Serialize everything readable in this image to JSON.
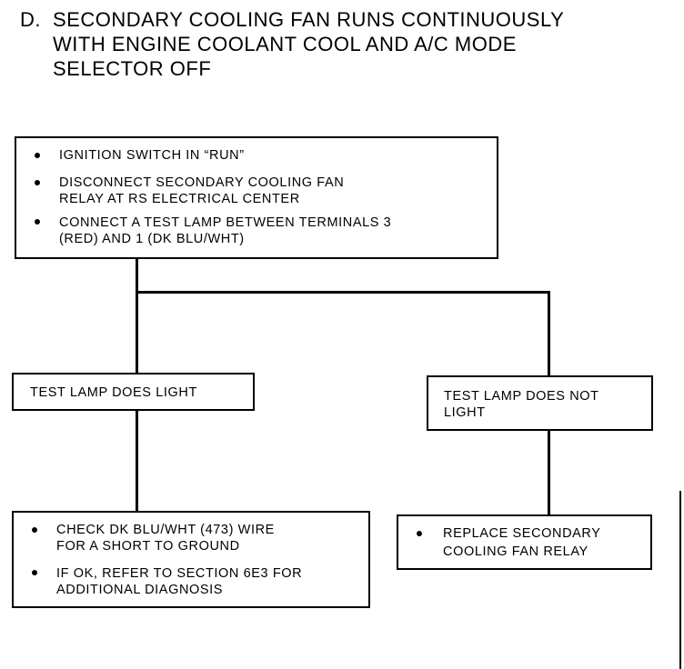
{
  "title": {
    "letter": "D.",
    "lines": [
      "SECONDARY COOLING FAN RUNS CONTINUOUSLY",
      "WITH ENGINE COOLANT COOL AND A/C MODE",
      "SELECTOR OFF"
    ]
  },
  "top_box": {
    "items": [
      [
        "IGNITION SWITCH IN “RUN”"
      ],
      [
        "DISCONNECT SECONDARY COOLING FAN",
        "RELAY AT RS ELECTRICAL CENTER"
      ],
      [
        "CONNECT A TEST LAMP BETWEEN TERMINALS 3",
        "(RED) AND 1 (DK BLU/WHT)"
      ]
    ]
  },
  "left_result": {
    "lines": [
      "TEST LAMP DOES LIGHT"
    ]
  },
  "right_result": {
    "lines": [
      "TEST LAMP DOES NOT",
      "LIGHT"
    ]
  },
  "left_action": {
    "items": [
      [
        "CHECK DK BLU/WHT (473) WIRE",
        "FOR A SHORT TO GROUND"
      ],
      [
        "IF OK, REFER TO SECTION 6E3 FOR",
        "ADDITIONAL DIAGNOSIS"
      ]
    ]
  },
  "right_action": {
    "items": [
      [
        "REPLACE SECONDARY",
        "COOLING FAN RELAY"
      ]
    ]
  }
}
